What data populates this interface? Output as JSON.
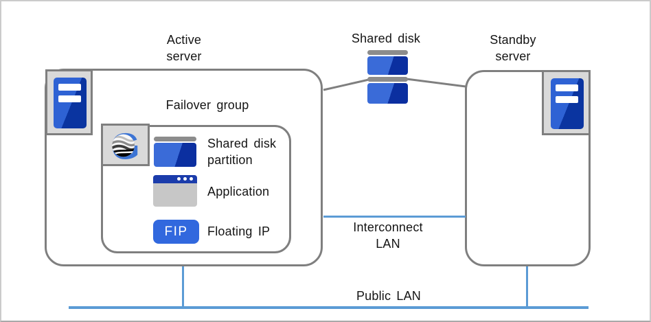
{
  "diagram": {
    "active_server": {
      "label": "Active\nserver"
    },
    "standby_server": {
      "label": "Standby\nserver"
    },
    "shared_disk": {
      "label": "Shared disk"
    },
    "failover_group": {
      "label": "Failover group",
      "items": [
        {
          "name": "shared-disk-partition",
          "icon": "disk-partition-icon",
          "label": "Shared disk\npartition"
        },
        {
          "name": "application",
          "icon": "app-window-icon",
          "label": "Application"
        },
        {
          "name": "floating-ip",
          "icon": "fip-badge",
          "badge": "FIP",
          "label": "Floating IP"
        }
      ]
    },
    "networks": {
      "interconnect_lan": {
        "label": "Interconnect\nLAN"
      },
      "public_lan": {
        "label": "Public LAN"
      }
    },
    "icons": {
      "active_server_icon": "server-tower-icon",
      "standby_server_icon": "server-tower-icon",
      "shared_disk_icon": "stacked-disks-icon",
      "failover_logo": "cluster-g-logo-icon"
    },
    "colors": {
      "box_border_gray": "#7f7f7f",
      "chip_background": "#d9d9d9",
      "icon_blue_light": "#3a6bd8",
      "icon_blue_dark": "#0b2fa0",
      "app_titlebar_blue": "#1b3cab",
      "app_body_gray": "#c7c7c7",
      "fip_blue": "#3168de",
      "lan_line_blue": "#5b9bd5",
      "logo_blue": "#3c74d4",
      "text_color": "#141414"
    }
  }
}
